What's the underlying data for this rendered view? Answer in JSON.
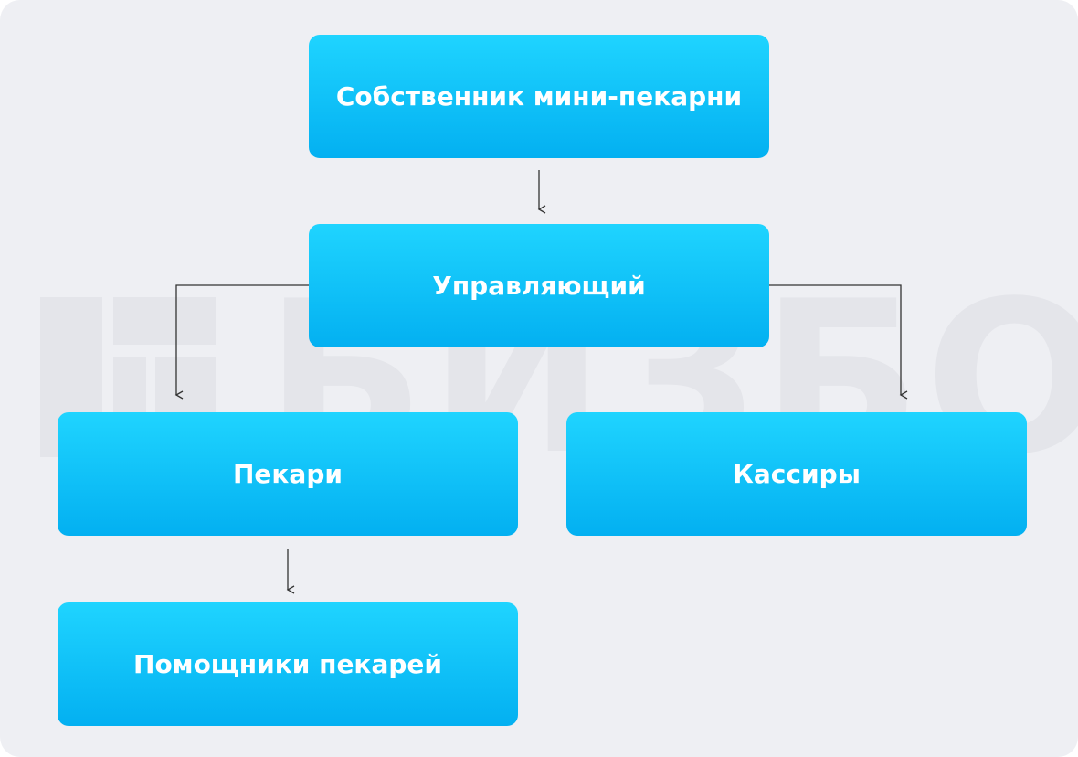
{
  "diagram": {
    "watermark": {
      "text": "БИЗБОСС",
      "color": "#e4e5ea"
    },
    "colors": {
      "background": "#eeeff3",
      "node_gradient_top": "#1fd4ff",
      "node_gradient_bottom": "#03b0f1",
      "node_text": "#ffffff",
      "connector": "#333333"
    },
    "nodes": {
      "owner": "Собственник мини-пекарни",
      "manager": "Управляющий",
      "bakers": "Пекари",
      "cashiers": "Кассиры",
      "helpers": "Помощники пекарей"
    },
    "edges": [
      {
        "from": "owner",
        "to": "manager"
      },
      {
        "from": "manager",
        "to": "bakers"
      },
      {
        "from": "manager",
        "to": "cashiers"
      },
      {
        "from": "bakers",
        "to": "helpers"
      }
    ]
  }
}
